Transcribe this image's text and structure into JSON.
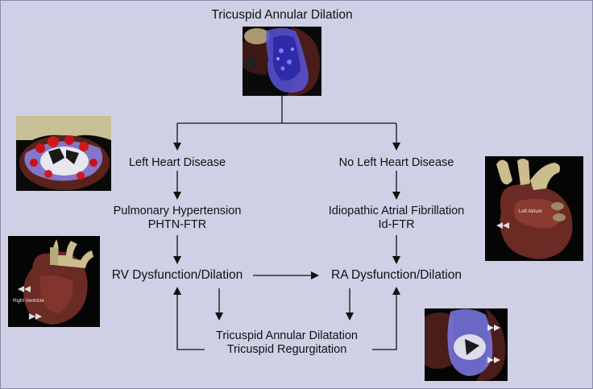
{
  "title": "Tricuspid Annular Dilation",
  "left_branch": {
    "cause": "Left Heart Disease",
    "mechanism_line1": "Pulmonary Hypertension",
    "mechanism_line2": "PHTN-FTR",
    "result": "RV Dysfunction/Dilation"
  },
  "right_branch": {
    "cause": "No Left Heart Disease",
    "mechanism_line1": "Idiopathic Atrial Fibrillation",
    "mechanism_line2": "Id-FTR",
    "result": "RA Dysfunction/Dilation"
  },
  "bottom": {
    "line1": "Tricuspid Annular Dilatation",
    "line2": "Tricuspid Regurgitation"
  },
  "images": [
    {
      "name": "annulus-3d-image",
      "label": ""
    },
    {
      "name": "valve-top-view-image",
      "label": ""
    },
    {
      "name": "right-ventricle-image",
      "label": "Right Ventricle"
    },
    {
      "name": "left-atrium-image",
      "label": "Left Atrium"
    },
    {
      "name": "regurgitation-image",
      "label": ""
    }
  ],
  "colors": {
    "background": "#cfd0e6",
    "arrows": "#111111",
    "annulus_blue": "#5b55d8",
    "heart_red": "#6b2a24"
  }
}
